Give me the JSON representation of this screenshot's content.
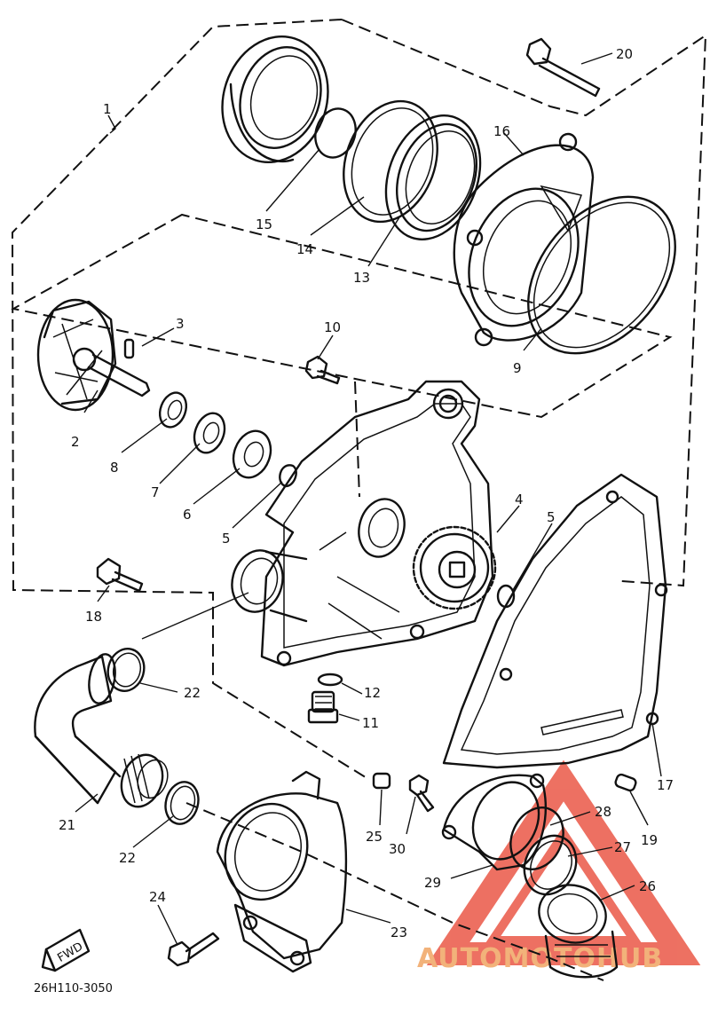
{
  "diagram": {
    "drawing_code": "26H110-3050",
    "fwd_label": "FWD",
    "watermark": "AUTOMOTOHUB",
    "callouts": [
      {
        "id": "c1",
        "text": "1"
      },
      {
        "id": "c2",
        "text": "2"
      },
      {
        "id": "c3",
        "text": "3"
      },
      {
        "id": "c4",
        "text": "4"
      },
      {
        "id": "c5a",
        "text": "5"
      },
      {
        "id": "c5b",
        "text": "5"
      },
      {
        "id": "c6",
        "text": "6"
      },
      {
        "id": "c7",
        "text": "7"
      },
      {
        "id": "c8",
        "text": "8"
      },
      {
        "id": "c9",
        "text": "9"
      },
      {
        "id": "c10",
        "text": "10"
      },
      {
        "id": "c11",
        "text": "11"
      },
      {
        "id": "c12",
        "text": "12"
      },
      {
        "id": "c13",
        "text": "13"
      },
      {
        "id": "c14",
        "text": "14"
      },
      {
        "id": "c15",
        "text": "15"
      },
      {
        "id": "c16",
        "text": "16"
      },
      {
        "id": "c17",
        "text": "17"
      },
      {
        "id": "c18",
        "text": "18"
      },
      {
        "id": "c19",
        "text": "19"
      },
      {
        "id": "c20",
        "text": "20"
      },
      {
        "id": "c21",
        "text": "21"
      },
      {
        "id": "c22a",
        "text": "22"
      },
      {
        "id": "c22b",
        "text": "22"
      },
      {
        "id": "c23",
        "text": "23"
      },
      {
        "id": "c24",
        "text": "24"
      },
      {
        "id": "c25",
        "text": "25"
      },
      {
        "id": "c26",
        "text": "26"
      },
      {
        "id": "c27",
        "text": "27"
      },
      {
        "id": "c28",
        "text": "28"
      },
      {
        "id": "c29",
        "text": "29"
      },
      {
        "id": "c30",
        "text": "30"
      }
    ]
  }
}
